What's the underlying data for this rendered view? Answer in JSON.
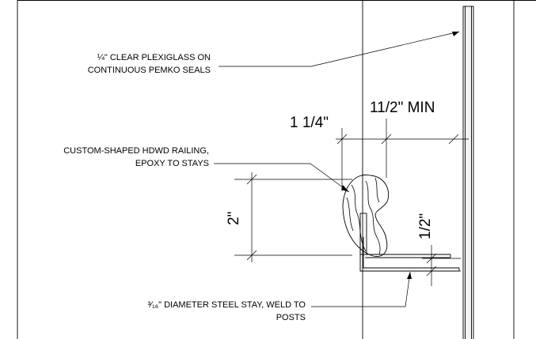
{
  "annotations": {
    "plexiglass_line1": "¼\" CLEAR PLEXIGLASS ON",
    "plexiglass_line2": "CONTINUOUS PEMKO SEALS",
    "railing_line1": "CUSTOM-SHAPED HDWD RAILING,",
    "railing_line2": "EPOXY TO STAYS",
    "stay_line1": "³⁄₁₆\" DIAMETER STEEL STAY, WELD TO",
    "stay_line2": "POSTS"
  },
  "dimensions": {
    "offset": "1 1/4\"",
    "clearance": "11/2\" MIN",
    "rail_height": "2\"",
    "stay_height": "1/2\""
  }
}
